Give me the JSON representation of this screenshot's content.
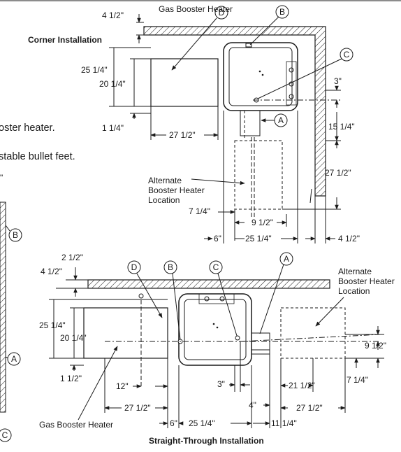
{
  "titles": {
    "corner": "Corner Installation",
    "straight": "Straight-Through Installation"
  },
  "left_fragments": {
    "booster": "oster heater.",
    "bullet": "stable bullet feet.",
    "quote": "\"",
    "b": "B",
    "a": "A",
    "c": "C"
  },
  "corner": {
    "labels": {
      "gas_booster": "Gas Booster Heater",
      "alternate_1": "Alternate",
      "alternate_2": "Booster Heater",
      "alternate_3": "Location"
    },
    "callouts": {
      "a": "A",
      "b": "B",
      "c": "C",
      "d": "D"
    },
    "dims": {
      "top_4_5": "4 1/2\"",
      "left_25_25": "25 1/4\"",
      "left_20_25": "20 1/4\"",
      "left_1_25": "1 1/4\"",
      "bottom_27_5": "27 1/2\"",
      "right_3": "3\"",
      "right_15_25": "15 1/4\"",
      "right_27_5": "27 1/2\"",
      "low_7_25": "7 1/4\"",
      "low_9_5": "9 1/2\"",
      "low_6": "6\"",
      "low_25_25": "25 1/4\"",
      "low_4_5": "4 1/2\""
    }
  },
  "straight": {
    "labels": {
      "gas_booster": "Gas Booster Heater",
      "alternate_1": "Alternate",
      "alternate_2": "Booster Heater",
      "alternate_3": "Location"
    },
    "callouts": {
      "a": "A",
      "b": "B",
      "c": "C",
      "d": "D"
    },
    "dims": {
      "top_2_5": "2 1/2\"",
      "top_4_5": "4 1/2\"",
      "left_25_25": "25 1/4\"",
      "left_20_25": "20 1/4\"",
      "left_1_5": "1 1/2\"",
      "in_12": "12\"",
      "bottom_27_5": "27 1/2\"",
      "mid_3": "3\"",
      "mid_4": "4\"",
      "mid_21_5": "21 1/2\"",
      "right_27_5": "27 1/2\"",
      "right_9_5": "9 1/2\"",
      "right_7_25": "7 1/4\"",
      "low_6": "6\"",
      "low_25_25": "25 1/4\"",
      "low_11_25": "11 1/4\""
    }
  }
}
